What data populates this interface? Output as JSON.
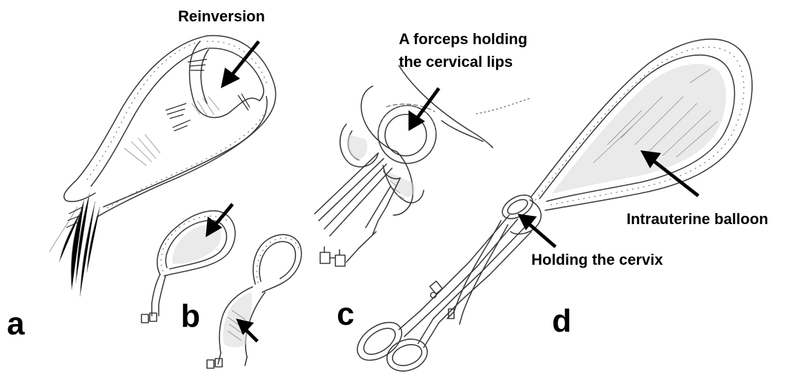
{
  "labels": {
    "reinversion": "Reinversion",
    "forceps_line1": "A forceps holding",
    "forceps_line2": "the cervical lips",
    "intrauterine_balloon": "Intrauterine balloon",
    "holding_cervix": "Holding the cervix"
  },
  "panels": {
    "a": "a",
    "b": "b",
    "c": "c",
    "d": "d"
  }
}
